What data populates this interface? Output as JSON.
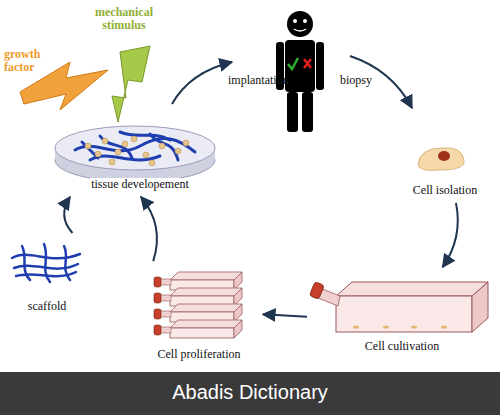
{
  "diagram": {
    "nodes": [
      {
        "text": [
          "tissue developement"
        ]
      },
      {
        "text": [
          "Cell isolation"
        ]
      },
      {
        "text": [
          "Cell cultivation"
        ]
      },
      {
        "text": [
          "Cell proliferation"
        ]
      },
      {
        "text": [
          "scaffold"
        ]
      }
    ],
    "edges": [
      {
        "from": 4,
        "to": 0,
        "arrow": "to"
      },
      {
        "from": 3,
        "to": 0,
        "arrow": "to"
      },
      {
        "from": 1,
        "to": 2,
        "arrow": "to"
      },
      {
        "from": 2,
        "to": 3,
        "arrow": "to"
      }
    ],
    "labels": [
      "growth factor",
      "mechanical stimulus",
      "implantation",
      "biopsy",
      "Abadis Dictionary"
    ]
  }
}
